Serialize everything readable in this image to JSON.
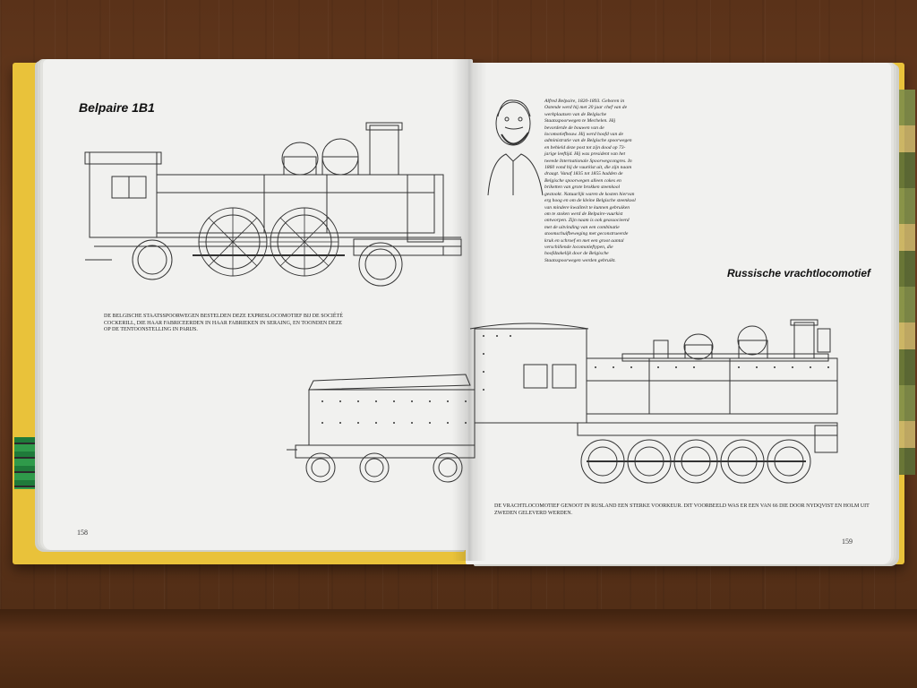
{
  "book": {
    "left_page": {
      "heading": "Belpaire 1B1",
      "caption": "De Belgische Staatsspoorwegen bestelden deze expreslocomotief bij de Société Cockerill, die haar fabriceerden in haar fabrieken in Seraing, en toonden deze op de tentoonstelling in Parijs.",
      "page_number": "158"
    },
    "right_page": {
      "bio": "Alfred Belpaire, 1820-1893. Geboren in Ostende werd hij met 20 jaar chef van de werkplaatsen van de Belgische Staatsspoorwegen te Mechelen. Hij bevorderde de bouwen van de locomotiefbouw. Hij werd hoofd van de administratie van de Belgische spoorwegen en behield deze post tot zijn dood op 73-jarige leeftijd. Hij was president van het tweede Internationale Spoorwegcongres. In 1860 vond hij de vuurkist uit, die zijn naam draagt. Vanaf 1835 tot 1855 hadden de Belgische spoorwegen alleen cokes en briketten van grote brokken steenkool gestookt. Natuurlijk waren de kosten hiervan erg hoog en om de kleine Belgische steenkool van mindere kwaliteit te kunnen gebruiken om te stoken werd de Belpaire-vuurkist ontworpen. Zijn naam is ook geassocieerd met de uitvinding van een combinatie stoomschuifbeweging met geconstrueerde kruk en schroef en met een groot aantal verschillende locomotieftypen, die hoofdzakelijk door de Belgische Staatsspoorwegen werden gebruikt.",
      "heading": "Russische vrachtlocomotief",
      "caption": "De vrachtlocomotief genoot in Rusland een sterke voorkeur. Dit voorbeeld was er een van 66 die door Nydqvist en Holm uit Zweden geleverd werden.",
      "page_number": "159"
    }
  }
}
